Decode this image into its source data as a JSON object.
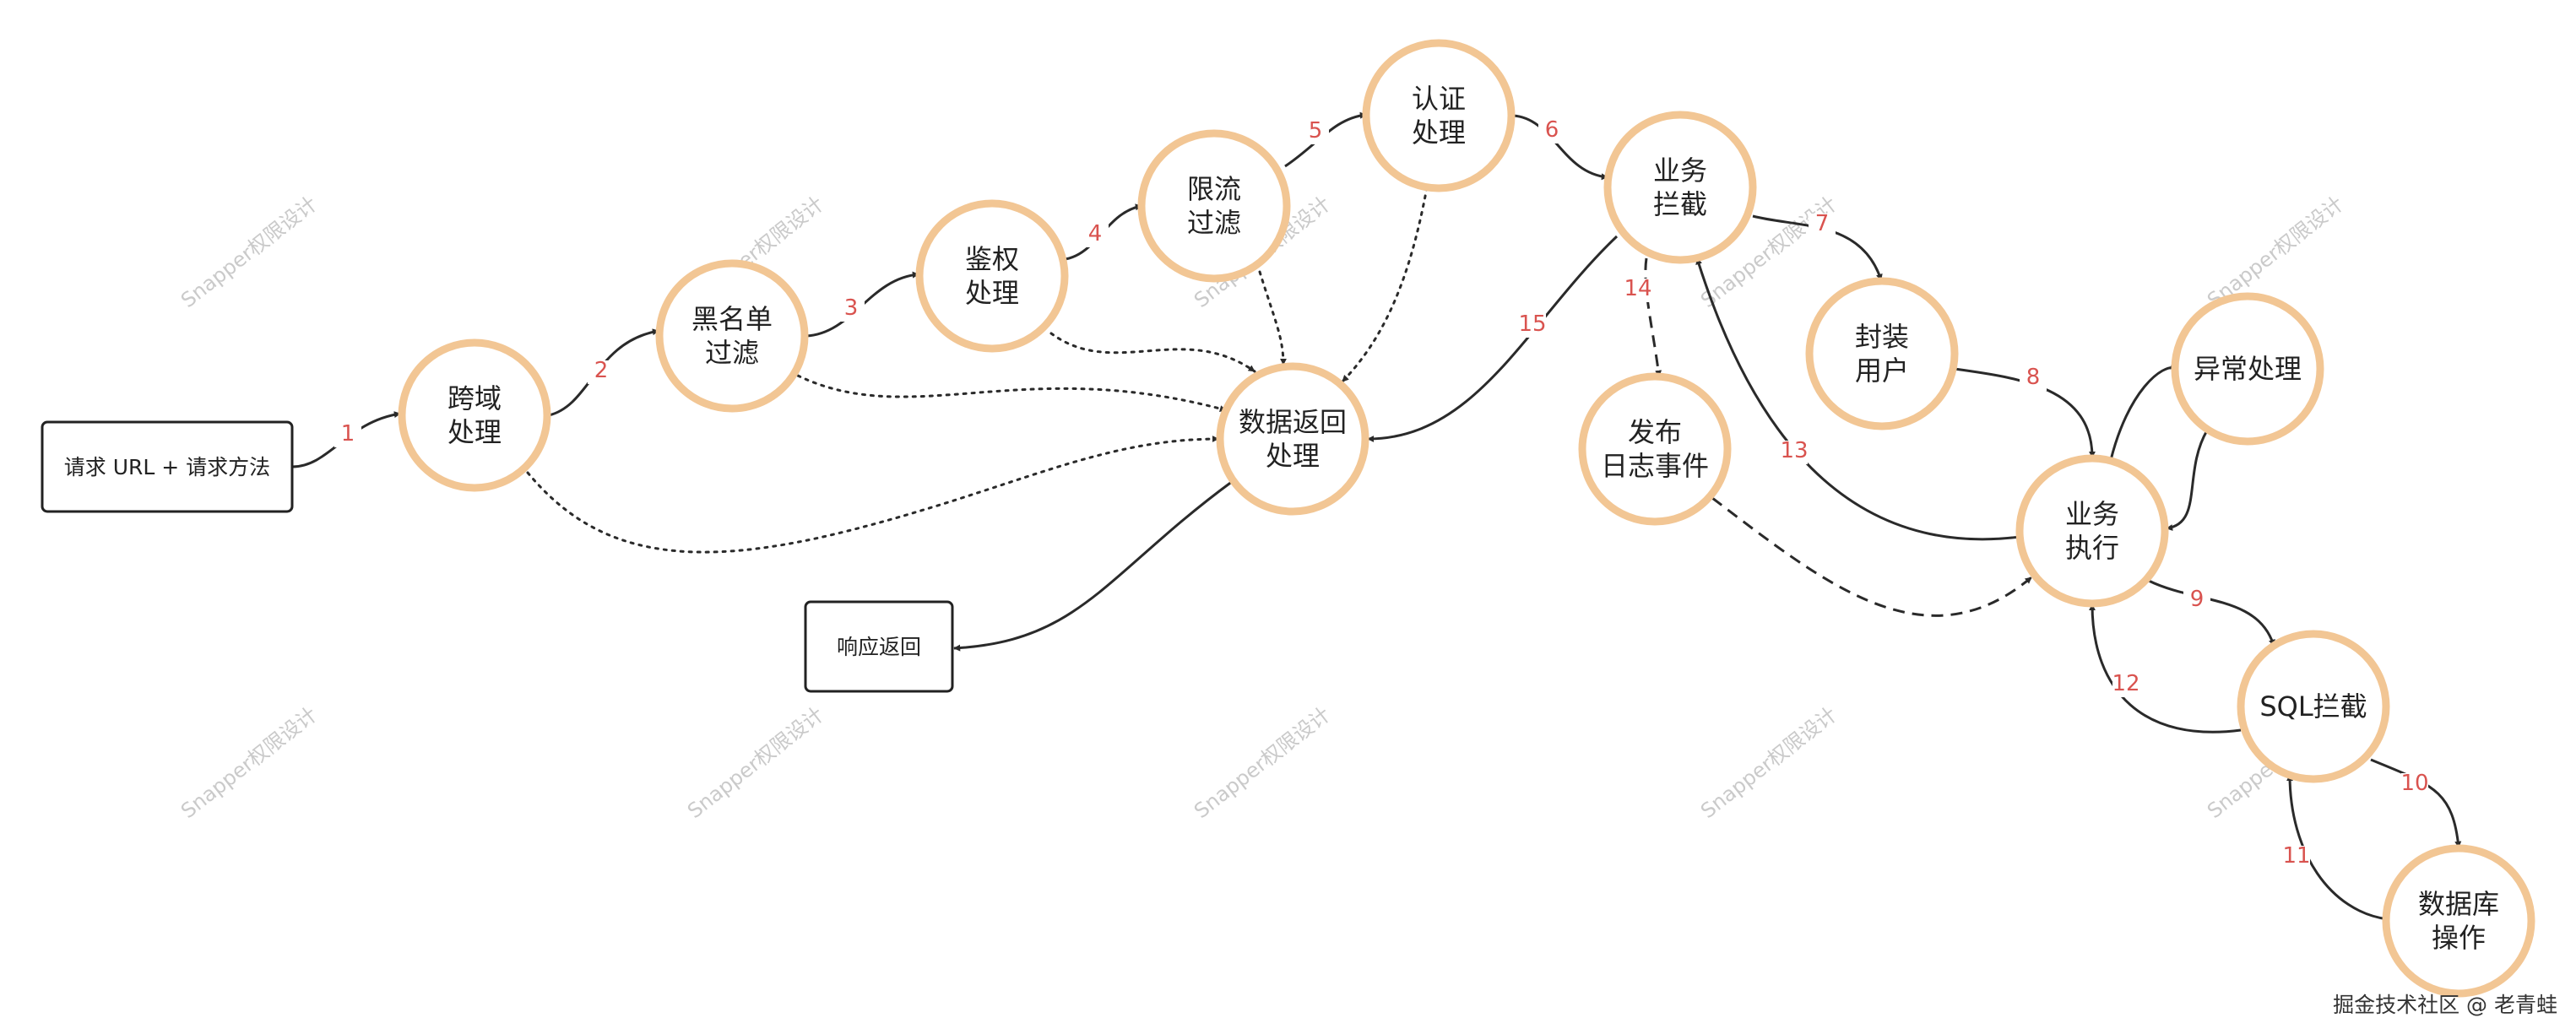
{
  "nodes": [
    {
      "id": "request",
      "lines": [
        "请求 URL + 请求方法"
      ]
    },
    {
      "id": "cors",
      "lines": [
        "跨域",
        "处理"
      ]
    },
    {
      "id": "blacklist",
      "lines": [
        "黑名单",
        "过滤"
      ]
    },
    {
      "id": "authz",
      "lines": [
        "鉴权",
        "处理"
      ]
    },
    {
      "id": "ratelimit",
      "lines": [
        "限流",
        "过滤"
      ]
    },
    {
      "id": "authn",
      "lines": [
        "认证",
        "处理"
      ]
    },
    {
      "id": "dataret",
      "lines": [
        "数据返回",
        "处理"
      ]
    },
    {
      "id": "response",
      "lines": [
        "响应返回"
      ]
    },
    {
      "id": "biz-intercept",
      "lines": [
        "业务",
        "拦截"
      ]
    },
    {
      "id": "log-event",
      "lines": [
        "发布",
        "日志事件"
      ]
    },
    {
      "id": "wrap-user",
      "lines": [
        "封装",
        "用户"
      ]
    },
    {
      "id": "exception",
      "lines": [
        "异常处理"
      ]
    },
    {
      "id": "biz-exec",
      "lines": [
        "业务",
        "执行"
      ]
    },
    {
      "id": "sql-intercept",
      "lines": [
        "SQL拦截"
      ]
    },
    {
      "id": "db-op",
      "lines": [
        "数据库",
        "操作"
      ]
    }
  ],
  "edges": [
    {
      "from": "request",
      "to": "cors",
      "label": "1",
      "style": "solid"
    },
    {
      "from": "cors",
      "to": "blacklist",
      "label": "2",
      "style": "solid"
    },
    {
      "from": "blacklist",
      "to": "authz",
      "label": "3",
      "style": "solid"
    },
    {
      "from": "authz",
      "to": "ratelimit",
      "label": "4",
      "style": "solid"
    },
    {
      "from": "ratelimit",
      "to": "authn",
      "label": "5",
      "style": "solid"
    },
    {
      "from": "authn",
      "to": "biz-intercept",
      "label": "6",
      "style": "solid"
    },
    {
      "from": "biz-intercept",
      "to": "wrap-user",
      "label": "7",
      "style": "solid"
    },
    {
      "from": "wrap-user",
      "to": "biz-exec",
      "label": "8",
      "style": "solid"
    },
    {
      "from": "biz-exec",
      "to": "sql-intercept",
      "label": "9",
      "style": "solid"
    },
    {
      "from": "sql-intercept",
      "to": "db-op",
      "label": "10",
      "style": "solid"
    },
    {
      "from": "db-op",
      "to": "sql-intercept",
      "label": "11",
      "style": "solid"
    },
    {
      "from": "sql-intercept",
      "to": "biz-exec",
      "label": "12",
      "style": "solid"
    },
    {
      "from": "biz-exec",
      "to": "biz-intercept",
      "label": "13",
      "style": "solid"
    },
    {
      "from": "biz-intercept",
      "to": "log-event",
      "label": "14",
      "style": "dashed"
    },
    {
      "from": "biz-intercept",
      "to": "dataret",
      "label": "15",
      "style": "solid"
    },
    {
      "from": "log-event",
      "to": "biz-exec",
      "label": "",
      "style": "dashed"
    },
    {
      "from": "biz-exec",
      "to": "exception",
      "label": "",
      "style": "solid"
    },
    {
      "from": "exception",
      "to": "biz-exec",
      "label": "",
      "style": "solid"
    },
    {
      "from": "dataret",
      "to": "response",
      "label": "",
      "style": "solid"
    },
    {
      "from": "cors",
      "to": "dataret",
      "label": "",
      "style": "dotted"
    },
    {
      "from": "blacklist",
      "to": "dataret",
      "label": "",
      "style": "dotted"
    },
    {
      "from": "authz",
      "to": "dataret",
      "label": "",
      "style": "dotted"
    },
    {
      "from": "ratelimit",
      "to": "dataret",
      "label": "",
      "style": "dotted"
    },
    {
      "from": "authn",
      "to": "dataret",
      "label": "",
      "style": "dotted"
    }
  ],
  "watermark": "Snapper权限设计",
  "credit": "掘金技术社区 @ 老青蛙",
  "colors": {
    "node_stroke": "#f2c694",
    "edge": "#2a2a2a",
    "edge_label": "#d9534f",
    "watermark": "#bdbdbd"
  }
}
